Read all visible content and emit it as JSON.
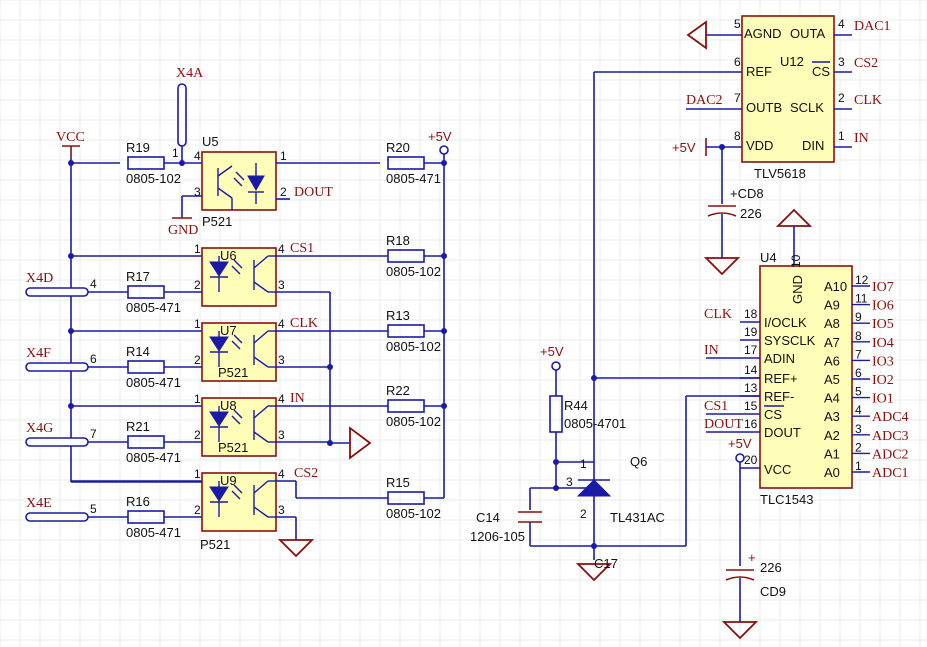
{
  "nets": {
    "vcc": "VCC",
    "p5v_top": "+5V",
    "p5v_mid": "+5V",
    "p5v_dac": "+5V",
    "p5v_adc": "+5V",
    "gnd": "GND",
    "dout": "DOUT",
    "cs1": "CS1",
    "clk": "CLK",
    "in": "IN",
    "cs2": "CS2",
    "dac1": "DAC1",
    "dac_cs2": "CS2",
    "dac_clk": "CLK",
    "dac_in": "IN",
    "dac2": "DAC2",
    "adc_clk": "CLK",
    "adc_in": "IN",
    "adc_cs1": "CS1",
    "adc_dout": "DOUT"
  },
  "connectors": {
    "x4a": "X4A",
    "x4d": "X4D",
    "x4f": "X4F",
    "x4g": "X4G",
    "x4e": "X4E",
    "pin_x4d": "4",
    "pin_x4f": "6",
    "pin_x4g": "7",
    "pin_x4e": "5",
    "pin_x4a": "1"
  },
  "resistors": {
    "r19": {
      "ref": "R19",
      "val": "0805-102"
    },
    "r20": {
      "ref": "R20",
      "val": "0805-471"
    },
    "r17": {
      "ref": "R17",
      "val": "0805-471"
    },
    "r18": {
      "ref": "R18",
      "val": "0805-102"
    },
    "r14": {
      "ref": "R14",
      "val": "0805-471"
    },
    "r13": {
      "ref": "R13",
      "val": "0805-102"
    },
    "r21": {
      "ref": "R21",
      "val": "0805-471"
    },
    "r22": {
      "ref": "R22",
      "val": "0805-102"
    },
    "r16": {
      "ref": "R16",
      "val": "0805-471"
    },
    "r15": {
      "ref": "R15",
      "val": "0805-102"
    },
    "r44": {
      "ref": "R44",
      "val": "0805-4701"
    }
  },
  "optos": {
    "u5": {
      "ref": "U5",
      "val": "P521"
    },
    "u6": {
      "ref": "U6",
      "val": ""
    },
    "u7": {
      "ref": "U7",
      "val": "P521"
    },
    "u8": {
      "ref": "U8",
      "val": "P521"
    },
    "u9": {
      "ref": "U9",
      "val": "P521"
    },
    "pins": {
      "p1": "1",
      "p2": "2",
      "p3": "3",
      "p4": "4"
    }
  },
  "dac": {
    "ref": "U12",
    "part": "TLV5618",
    "pins": {
      "agnd": "AGND",
      "outa": "OUTA",
      "ref": "REF",
      "cs": "CS",
      "outb": "OUTB",
      "sclk": "SCLK",
      "vdd": "VDD",
      "din": "DIN",
      "n5": "5",
      "n4": "4",
      "n6": "6",
      "n3": "3",
      "n7": "7",
      "n2": "2",
      "n8": "8",
      "n1": "1"
    }
  },
  "adc": {
    "ref": "U4",
    "part": "TLC1543",
    "pins": {
      "gnd": "GND",
      "n10": "10",
      "ioclk": "I/OCLK",
      "sysclk": "SYSCLK",
      "adin": "ADIN",
      "refp": "REF+",
      "refm": "REF-",
      "cs": "CS",
      "dout": "DOUT",
      "vcc": "VCC",
      "n18": "18",
      "n19": "19",
      "n17": "17",
      "n14": "14",
      "n13": "13",
      "n15": "15",
      "n16": "16",
      "n20": "20",
      "a10": "A10",
      "a9": "A9",
      "a8": "A8",
      "a7": "A7",
      "a6": "A6",
      "a5": "A5",
      "a4": "A4",
      "a3": "A3",
      "a2": "A2",
      "a1": "A1",
      "a0": "A0",
      "n12": "12",
      "n11": "11",
      "n9": "9",
      "n8": "8",
      "n7": "7",
      "n6": "6",
      "n5": "5",
      "n4": "4",
      "n3": "3",
      "n2": "2",
      "n1": "1"
    },
    "io": [
      "IO7",
      "IO6",
      "IO5",
      "IO4",
      "IO3",
      "IO2",
      "IO1",
      "ADC4",
      "ADC3",
      "ADC2",
      "ADC1"
    ]
  },
  "caps": {
    "cd8": {
      "ref": "+CD8",
      "val": "226"
    },
    "cd9": {
      "ref": "CD9",
      "val": "226",
      "plus": "+"
    },
    "c14": {
      "ref": "C14",
      "val": "1206-105"
    },
    "c17": {
      "ref": "C17"
    }
  },
  "ref": {
    "q6": "Q6",
    "tl431": "TL431AC",
    "p1": "1",
    "p2": "2",
    "p3": "3"
  }
}
